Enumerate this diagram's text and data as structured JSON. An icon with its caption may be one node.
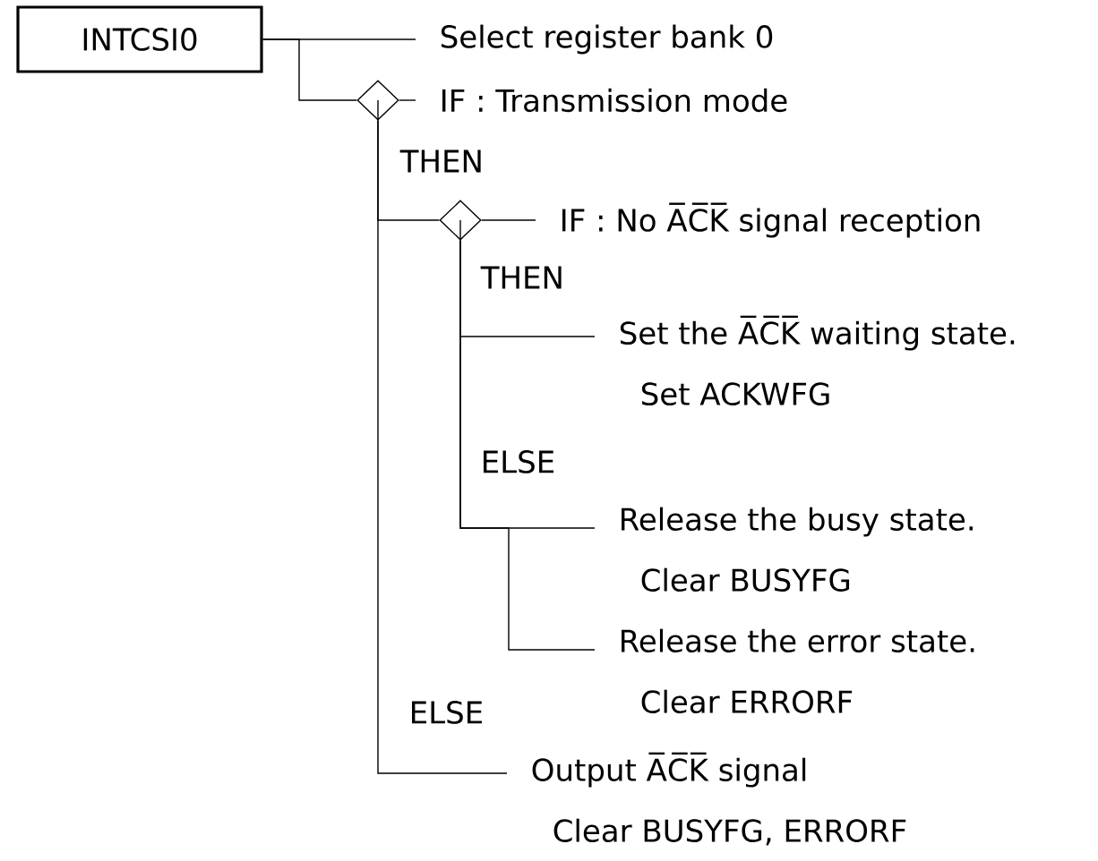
{
  "diagram": {
    "nodes": [
      {
        "text": [
          "INTCSI0"
        ]
      },
      {
        "text": [
          "Select register bank 0"
        ]
      },
      {
        "text": [],
        "shape": "diamond",
        "beside": [
          "IF : Transmission mode"
        ]
      },
      {
        "text": [],
        "shape": "diamond",
        "beside": [
          "IF : No A̅C̅K̅ signal reception"
        ]
      },
      {
        "text": [
          "Set the A̅C̅K̅ waiting state.",
          "Set ACKWFG"
        ]
      },
      {
        "text": [
          "Release the busy state.",
          "Clear BUSYFG"
        ]
      },
      {
        "text": [
          "Release the error state.",
          "Clear ERRORF"
        ]
      },
      {
        "text": [
          "Output A̅C̅K̅ signal",
          "Clear BUSYFG, ERRORF"
        ]
      }
    ],
    "edges": [
      {
        "from": 0,
        "to": 1,
        "arrow": "none"
      },
      {
        "from": 0,
        "to": 2,
        "arrow": "none"
      },
      {
        "from": 2,
        "to": 3,
        "arrow": "none"
      },
      {
        "from": 2,
        "to": 7,
        "arrow": "none"
      },
      {
        "from": 3,
        "to": 4,
        "arrow": "none"
      },
      {
        "from": 3,
        "to": 5,
        "arrow": "none"
      },
      {
        "from": 3,
        "to": 6,
        "arrow": "none"
      }
    ],
    "labels": [
      "THEN",
      "THEN",
      "ELSE",
      "ELSE"
    ]
  }
}
